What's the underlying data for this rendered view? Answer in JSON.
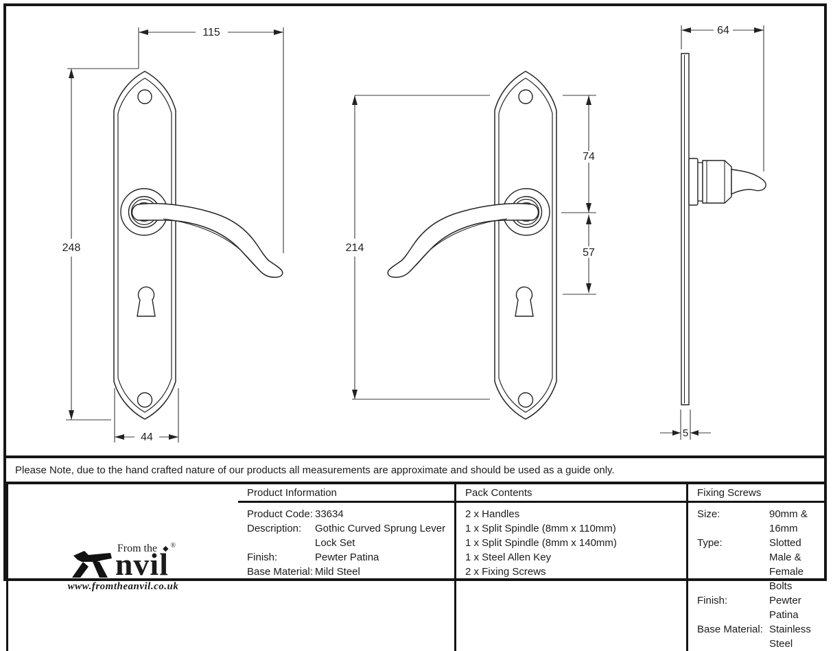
{
  "note": {
    "text": "Please Note, due to the hand crafted nature of our products all measurements are approximate and should be used as a guide only."
  },
  "drawings": {
    "front_view": {
      "width_dim": "115",
      "height_dim": "248",
      "plate_width_dim": "44"
    },
    "front_view_mirrored": {
      "height_dim": "214",
      "top_to_handle_dim": "74",
      "handle_to_keyhole_dim": "57"
    },
    "side_view": {
      "projection_dim": "64",
      "plate_thickness_dim": "5"
    }
  },
  "table": {
    "product_information": {
      "header": "Product Information",
      "rows": [
        {
          "label": "Product Code:",
          "value": "33634"
        },
        {
          "label": "Description:",
          "value": "Gothic Curved Sprung Lever"
        },
        {
          "label": "",
          "value": "Lock Set"
        },
        {
          "label": "Finish:",
          "value": "Pewter Patina"
        },
        {
          "label": "Base Material:",
          "value": "Mild Steel"
        }
      ]
    },
    "pack_contents": {
      "header": "Pack Contents",
      "items": [
        "2 x Handles",
        "1 x Split Spindle (8mm x 110mm)",
        "1 x Split Spindle (8mm x 140mm)",
        "1 x Steel Allen Key",
        "2 x Fixing Screws"
      ]
    },
    "fixing_screws": {
      "header": "Fixing Screws",
      "rows": [
        {
          "label": "Size:",
          "value": "90mm & 16mm"
        },
        {
          "label": "Type:",
          "value": "Slotted Male & Female Bolts"
        },
        {
          "label": "Finish:",
          "value": "Pewter Patina"
        },
        {
          "label": "Base Material:",
          "value": "Stainless Steel"
        }
      ]
    }
  },
  "logo": {
    "prefix": "From the",
    "word_rest": "nvil",
    "diamond": "◆",
    "registered": "®",
    "website": "www.fromtheanvil.co.uk"
  },
  "colors": {
    "line": "#2a2a2a",
    "border": "#161616",
    "background": "#ffffff"
  }
}
